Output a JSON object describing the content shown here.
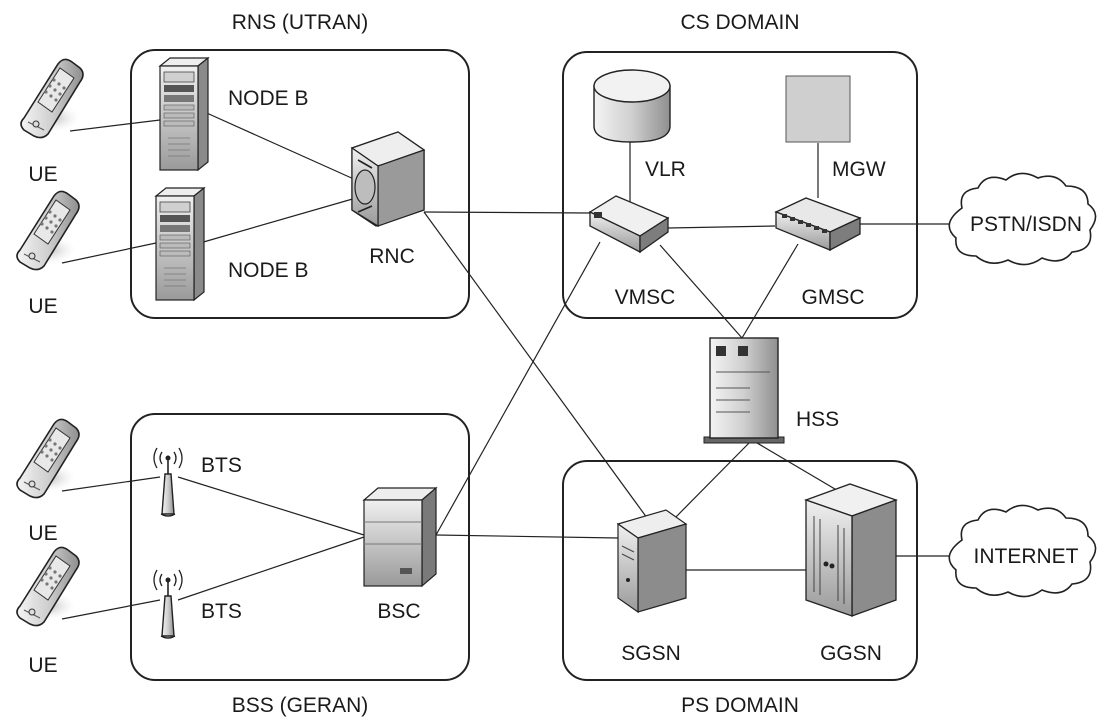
{
  "groups": {
    "rns": "RNS (UTRAN)",
    "cs": "CS DOMAIN",
    "bss": "BSS (GERAN)",
    "ps": "PS DOMAIN"
  },
  "nodes": {
    "ue1": "UE",
    "ue2": "UE",
    "ue3": "UE",
    "ue4": "UE",
    "nodeb1": "NODE B",
    "nodeb2": "NODE B",
    "rnc": "RNC",
    "vlr": "VLR",
    "mgw": "MGW",
    "vmsc": "VMSC",
    "gmsc": "GMSC",
    "hss": "HSS",
    "bts1": "BTS",
    "bts2": "BTS",
    "bsc": "BSC",
    "sgsn": "SGSN",
    "ggsn": "GGSN"
  },
  "clouds": {
    "pstn": "PSTN/ISDN",
    "internet": "INTERNET"
  }
}
